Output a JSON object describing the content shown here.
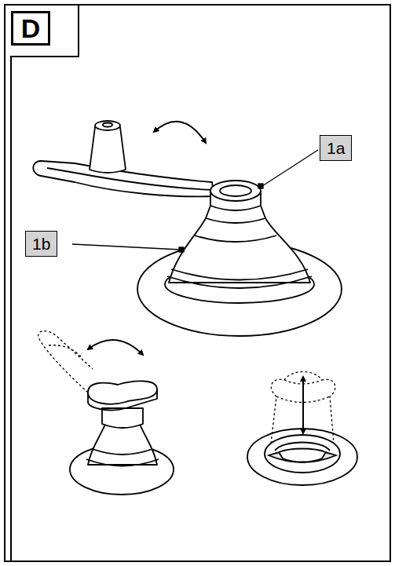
{
  "diagram": {
    "title": "D",
    "nodes": [
      {
        "text": [
          "1a"
        ]
      },
      {
        "text": [
          "1b"
        ]
      }
    ]
  }
}
